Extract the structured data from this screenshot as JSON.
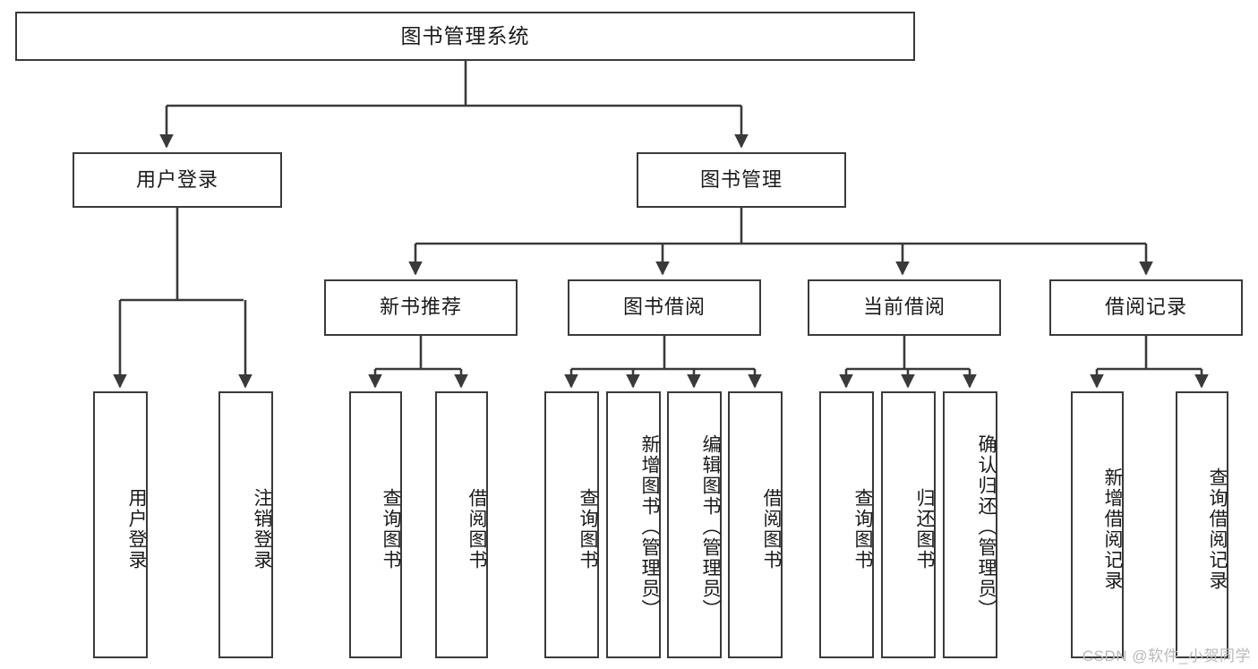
{
  "diagram": {
    "type": "tree-hierarchy",
    "title": "图书管理系统",
    "root": {
      "label": "图书管理系统"
    },
    "level2": [
      {
        "label": "用户登录"
      },
      {
        "label": "图书管理"
      }
    ],
    "level3": [
      {
        "label": "新书推荐"
      },
      {
        "label": "图书借阅"
      },
      {
        "label": "当前借阅"
      },
      {
        "label": "借阅记录"
      }
    ],
    "leaves": {
      "user_login": [
        {
          "label": "用户登录"
        },
        {
          "label": "注销登录"
        }
      ],
      "new_book_recommend": [
        {
          "label": "查询图书"
        },
        {
          "label": "借阅图书"
        }
      ],
      "book_borrow": [
        {
          "label": "查询图书"
        },
        {
          "label": "新增图书（管理员）"
        },
        {
          "label": "编辑图书（管理员）"
        },
        {
          "label": "借阅图书"
        }
      ],
      "current_borrow": [
        {
          "label": "查询图书"
        },
        {
          "label": "归还图书"
        },
        {
          "label": "确认归还（管理员）"
        }
      ],
      "borrow_record": [
        {
          "label": "新增借阅记录"
        },
        {
          "label": "查询借阅记录"
        }
      ]
    },
    "watermark": "CSDN @软件_小贺同学",
    "colors": {
      "stroke": "#3a3a3a",
      "fill": "#ffffff",
      "text": "#1a1a1a",
      "watermark": "#b9b9b9"
    }
  }
}
